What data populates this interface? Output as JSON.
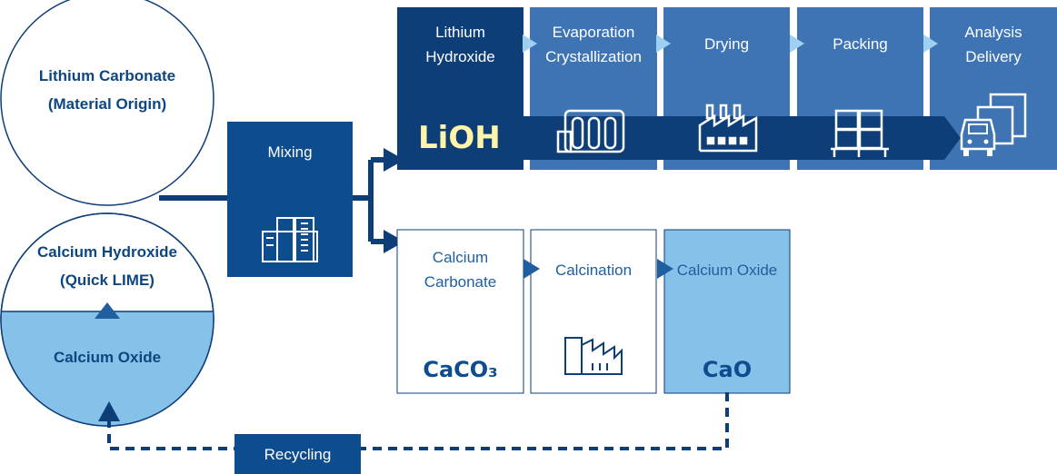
{
  "circles": {
    "top_line1": "Lithium Carbonate",
    "top_line2": "(Material Origin)",
    "bottom_line1": "Calcium Hydroxide",
    "bottom_line2": "(Quick LIME)",
    "bottom_fill_label": "Calcium Oxide"
  },
  "mixing": {
    "label": "Mixing"
  },
  "lithium_line": {
    "steps": [
      {
        "line1": "Lithium",
        "line2": "Hydroxide"
      },
      {
        "line1": "Evaporation",
        "line2": "Crystallization"
      },
      {
        "line1": "Drying",
        "line2": ""
      },
      {
        "line1": "Packing",
        "line2": ""
      },
      {
        "line1": "Analysis",
        "line2": "Delivery"
      }
    ],
    "formula": "LiOH"
  },
  "calcium_line": {
    "steps": [
      {
        "line1": "Calcium",
        "line2": "Carbonate",
        "formula": "CaCO₃"
      },
      {
        "line1": "Calcination",
        "line2": ""
      },
      {
        "line1": "Calcium Oxide",
        "line2": "",
        "formula": "CaO"
      }
    ]
  },
  "recycling": {
    "label": "Recycling"
  },
  "colors": {
    "navy": "#0d3e78",
    "mid_blue": "#2b6cb0",
    "step_blue": "#3e74b4",
    "light_blue": "#86c1ea",
    "arrow_light": "#9fd0f2",
    "formula_yellow": "#fff4a8"
  },
  "icons": [
    "tanks-icon",
    "evaporator-icon",
    "factory-icon",
    "pallet-boxes-icon",
    "delivery-truck-icon",
    "kiln-icon"
  ]
}
